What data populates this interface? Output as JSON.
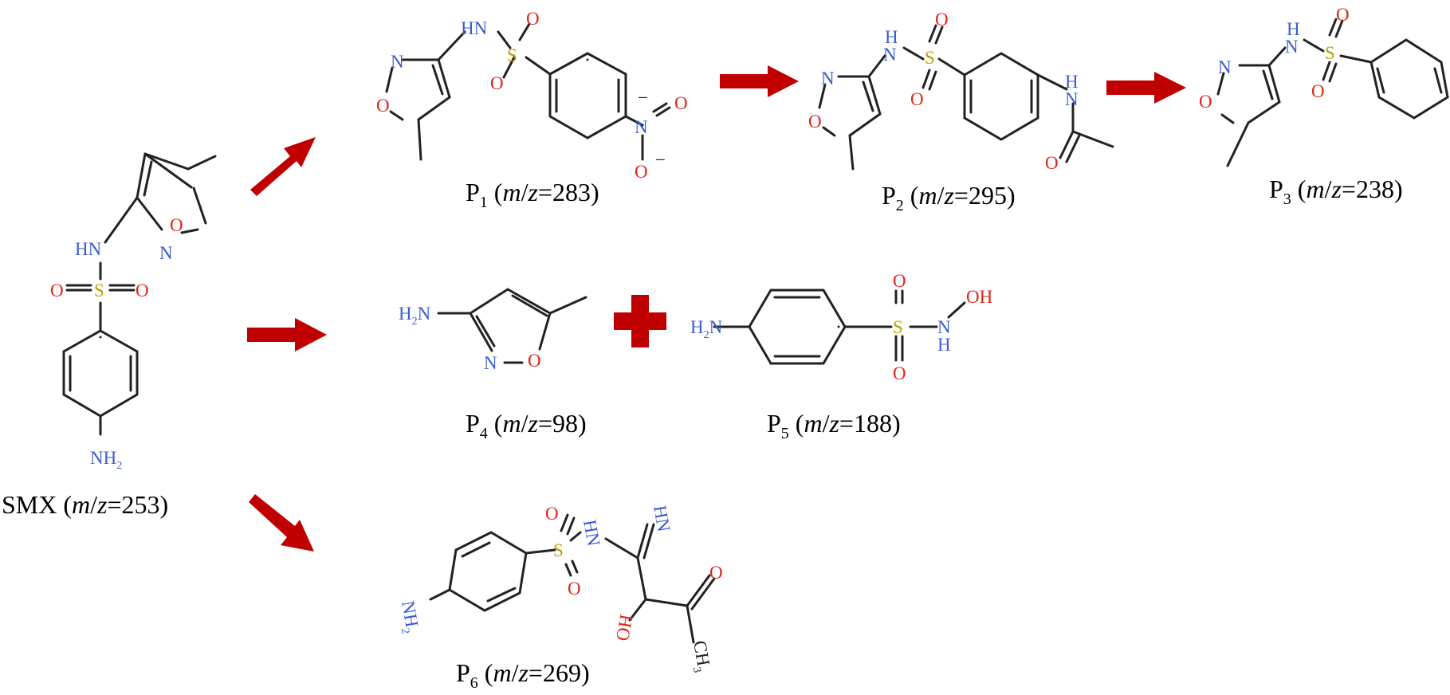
{
  "compounds": [
    {
      "id": "smx",
      "name": "SMX",
      "mz": "253"
    },
    {
      "id": "p1",
      "name": "P",
      "sub": "1",
      "mz": "283"
    },
    {
      "id": "p2",
      "name": "P",
      "sub": "2",
      "mz": "295"
    },
    {
      "id": "p3",
      "name": "P",
      "sub": "3",
      "mz": "238"
    },
    {
      "id": "p4",
      "name": "P",
      "sub": "4",
      "mz": "98"
    },
    {
      "id": "p5",
      "name": "P",
      "sub": "5",
      "mz": "188"
    },
    {
      "id": "p6",
      "name": "P",
      "sub": "6",
      "mz": "269"
    }
  ],
  "mz_prefix": "m",
  "mz_slash": "/",
  "mz_z": "z",
  "mz_eq": "=",
  "open_paren": "(",
  "close_paren": ")",
  "atoms": {
    "HN": "HN",
    "NH": "NH",
    "H": "H",
    "N": "N",
    "O": "O",
    "S": "S",
    "OH": "OH",
    "NH2": "NH",
    "H2N": "H",
    "sub2": "2",
    "CH3": "CH",
    "sub3": "3",
    "minus": "−"
  },
  "colors": {
    "nitrogen": "#3b5bd6",
    "oxygen": "#e0241b",
    "sulfur": "#b8a000",
    "arrow": "#c00000",
    "bond": "#222222"
  },
  "arrows": [
    {
      "from": "smx",
      "to": "p1"
    },
    {
      "from": "smx",
      "to": "p4+p5"
    },
    {
      "from": "smx",
      "to": "p6"
    },
    {
      "from": "p1",
      "to": "p2"
    },
    {
      "from": "p2",
      "to": "p3"
    }
  ],
  "plus_symbol": "+"
}
